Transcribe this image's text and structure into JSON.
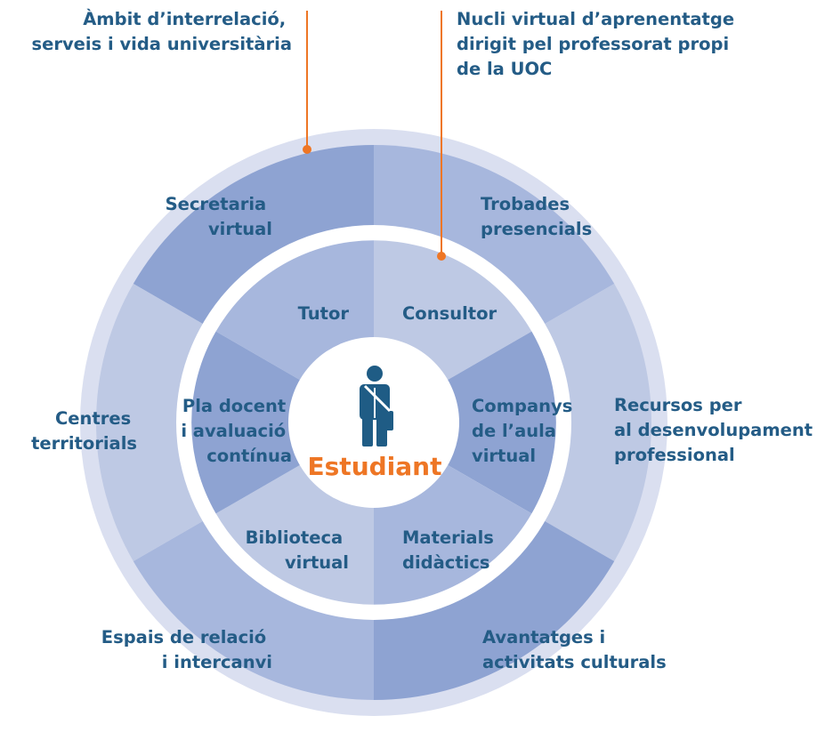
{
  "colors": {
    "text": "#245c86",
    "accent": "#ee7625",
    "outer_rim": "#dadff0",
    "dark_segment": "#8ea3d2",
    "light_segment": "#bec9e4",
    "mid_segment": "#a7b7dd",
    "figure": "#1f5c85"
  },
  "callouts": {
    "outer_title": "Àmbit d’interrelació, serveis i vida universitària",
    "inner_title": "Nucli virtual d’aprenentatge dirigit pel professorat propi de la UOC"
  },
  "outer_ring": [
    {
      "label": "Secretaria virtual",
      "shade": "dark"
    },
    {
      "label": "Trobades presencials",
      "shade": "mid"
    },
    {
      "label": "Recursos per al desenvolupament professional",
      "shade": "light"
    },
    {
      "label": "Avantatges i activitats culturals",
      "shade": "dark"
    },
    {
      "label": "Espais de relació i intercanvi",
      "shade": "mid"
    },
    {
      "label": "Centres territorials",
      "shade": "light"
    }
  ],
  "inner_ring": [
    {
      "label": "Tutor",
      "shade": "mid"
    },
    {
      "label": "Consultor",
      "shade": "light"
    },
    {
      "label": "Companys de l’aula virtual",
      "shade": "dark"
    },
    {
      "label": "Materials didàctics",
      "shade": "mid"
    },
    {
      "label": "Biblioteca virtual",
      "shade": "light"
    },
    {
      "label": "Pla docent i avaluació contínua",
      "shade": "dark"
    }
  ],
  "center": {
    "label": "Estudiant",
    "icon": "student-icon"
  }
}
